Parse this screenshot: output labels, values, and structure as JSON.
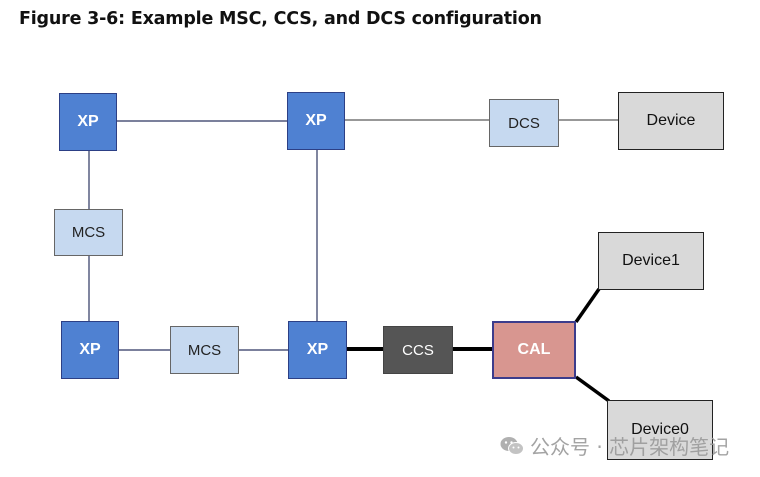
{
  "figure": {
    "title": "Figure 3-6: Example MSC, CCS, and DCS configuration"
  },
  "nodes": {
    "xp_top_left": "XP",
    "xp_top_right": "XP",
    "xp_bottom_left": "XP",
    "xp_bottom_right": "XP",
    "mcs_vertical": "MCS",
    "mcs_horizontal": "MCS",
    "dcs": "DCS",
    "device": "Device",
    "ccs": "CCS",
    "cal": "CAL",
    "device1": "Device1",
    "device0": "Device0"
  },
  "connections": [
    {
      "from": "xp_top_left",
      "to": "xp_top_right",
      "style": "thin"
    },
    {
      "from": "xp_top_left",
      "to": "mcs_vertical",
      "style": "thin"
    },
    {
      "from": "mcs_vertical",
      "to": "xp_bottom_left",
      "style": "thin"
    },
    {
      "from": "xp_bottom_left",
      "to": "mcs_horizontal",
      "style": "thin"
    },
    {
      "from": "mcs_horizontal",
      "to": "xp_bottom_right",
      "style": "thin"
    },
    {
      "from": "xp_top_right",
      "to": "xp_bottom_right",
      "style": "thin"
    },
    {
      "from": "xp_top_right",
      "to": "dcs",
      "style": "thin"
    },
    {
      "from": "dcs",
      "to": "device",
      "style": "thin"
    },
    {
      "from": "xp_bottom_right",
      "to": "ccs",
      "style": "thick"
    },
    {
      "from": "ccs",
      "to": "cal",
      "style": "thick"
    },
    {
      "from": "cal",
      "to": "device1",
      "style": "thick"
    },
    {
      "from": "cal",
      "to": "device0",
      "style": "thick"
    }
  ],
  "colors": {
    "xp_fill": "#4f81d2",
    "light_fill": "#c6d9f0",
    "device_fill": "#d9d9d9",
    "ccs_fill": "#555555",
    "cal_fill": "#d89690"
  },
  "watermark": {
    "icon": "wechat-icon",
    "text": "公众号 · 芯片架构笔记"
  }
}
